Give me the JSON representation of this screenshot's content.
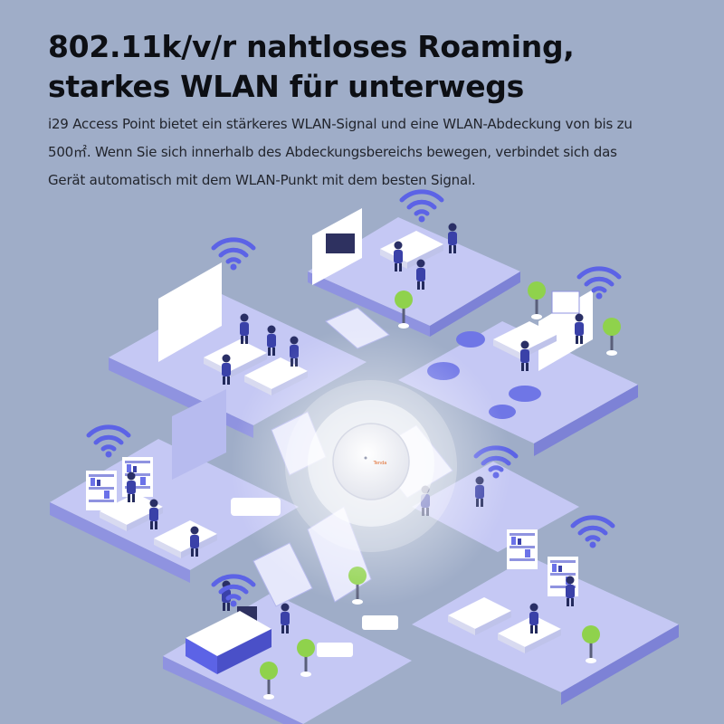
{
  "headline": {
    "line1": "802.11k/v/r nahtloses Roaming,",
    "line2": "starkes WLAN für unterwegs"
  },
  "description": {
    "line1": "i29 Access Point bietet ein stärkeres WLAN-Signal und eine WLAN-Abdeckung von bis zu",
    "line2": "500㎡. Wenn Sie sich innerhalb des Abdeckungsbereichs bewegen, verbindet sich das",
    "line3": "Gerät automatisch mit dem WLAN-Punkt mit dem besten Signal."
  },
  "device": {
    "brand": "Tenda"
  },
  "colors": {
    "background": "#9fadc8",
    "floor_top": "#c5c8f4",
    "floor_side": "#8f93e0",
    "wifi_signal": "#5c63e6",
    "plant": "#8fd24c"
  }
}
